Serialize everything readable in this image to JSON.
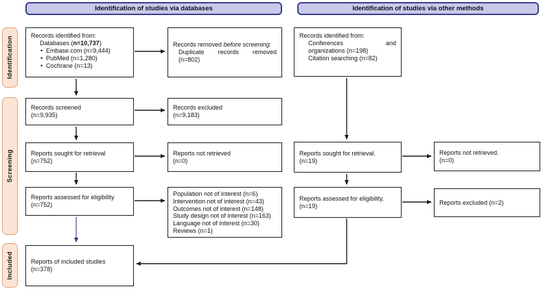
{
  "colors": {
    "header_fill": "#c8c9e8",
    "header_border": "#3d3d8f",
    "side_fill": "#fbe4d5",
    "side_border": "#dfa07e",
    "box_border": "#1c1c1c",
    "arrow": "#1c1c1c",
    "accent_arrow": "#6a6fb5",
    "accent_arrowhead": "#32357f"
  },
  "headers": {
    "databases": "Identification of studies via databases",
    "other_methods": "Identification of studies via other methods"
  },
  "side_labels": {
    "identification": "Identification",
    "screening": "Screening",
    "included": "Included"
  },
  "boxes": {
    "db_identified": {
      "title": "Records identified from:",
      "subtitle_pre": "Databases (",
      "subtitle_bold": "n=10,737",
      "subtitle_post": ")",
      "bullets": [
        "Embase.com (n=9,444)",
        "PubMed (n=1,280)",
        "Cochrane (n=13)"
      ]
    },
    "removed_before_screening": {
      "line1_pre": "Records removed ",
      "line1_italic": "before screening",
      "line1_post": ":",
      "line2_justified": "Duplicate records removed",
      "line3": "(n=802)"
    },
    "records_screened": {
      "line1": "Records screened",
      "line2": "(n=9,935)"
    },
    "records_excluded": {
      "line1": "Records excluded",
      "line2": "(n=9,183)"
    },
    "reports_sought_db": {
      "line1": "Reports sought for retrieval",
      "line2": "(n=752)"
    },
    "reports_not_retrieved_db": {
      "line1": "Reports not retrieved",
      "line2": "(n=0)"
    },
    "reports_assessed_db": {
      "line1": "Reports assessed for eligibility",
      "line2": "(n=752)"
    },
    "exclusion_reasons": {
      "lines": [
        "Population not of interest (n=6)",
        "Intervention not of interest (n=43)",
        "Outcomes not of interest (n=148)",
        "Study design not of interest (n=163)",
        "Language not of interest (n=30)",
        "Reviews (n=1)"
      ]
    },
    "included_studies": {
      "line1": "Reports of included studies",
      "line2": "(n=378)"
    },
    "other_identified": {
      "title": "Records identified from:",
      "line2_justified": "Conferences and",
      "line3": "organizations (n=198)",
      "line4": "Citation searching (n=82)"
    },
    "reports_sought_other": {
      "line1": "Reports sought for retrieval.",
      "line2": "(n=19)"
    },
    "reports_not_retrieved_other": {
      "line1": "Reports not retrieved.",
      "line2": "(n=0)"
    },
    "reports_assessed_other": {
      "line1": "Reports assessed for eligibility.",
      "line2": "(n=19)"
    },
    "reports_excluded_other": {
      "label": "Reports excluded (n=2)"
    }
  }
}
